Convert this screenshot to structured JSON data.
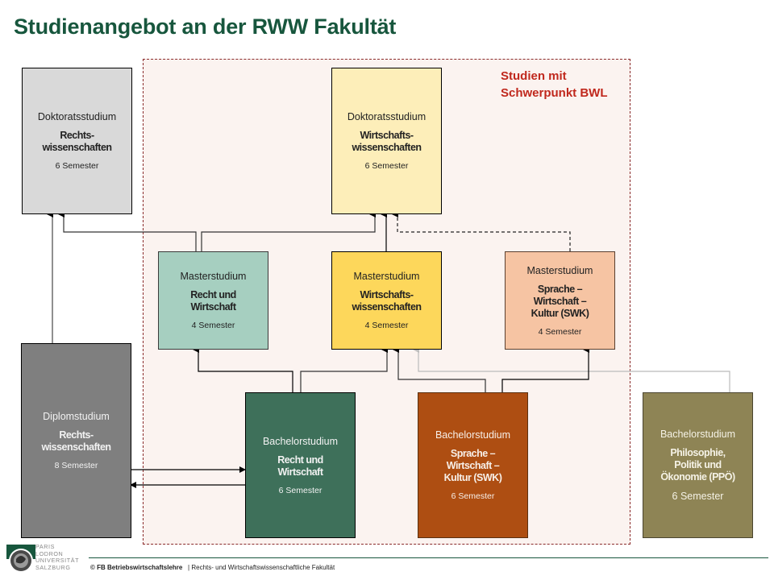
{
  "page": {
    "title": "Studienangebot an der RWW Fakultät",
    "bwl_zone_label_line1": "Studien mit",
    "bwl_zone_label_line2": "Schwerpunkt BWL"
  },
  "boxes": {
    "dok_rw": {
      "kind": "Doktoratsstudium",
      "name_line1": "Rechts-",
      "name_line2": "wissenschaften",
      "duration": "6 Semester",
      "color": "#d9d9d9"
    },
    "dok_ww": {
      "kind": "Doktoratsstudium",
      "name_line1": "Wirtschafts-",
      "name_line2": "wissenschaften",
      "duration": "6 Semester",
      "color": "#fdeeb9"
    },
    "ma_ruw": {
      "kind": "Masterstudium",
      "name_line1": "Recht und",
      "name_line2": "Wirtschaft",
      "duration": "4 Semester",
      "color": "#a6cfc0"
    },
    "ma_ww": {
      "kind": "Masterstudium",
      "name_line1": "Wirtschafts-",
      "name_line2": "wissenschaften",
      "duration": "4 Semester",
      "color": "#fdd75b"
    },
    "ma_swk": {
      "kind": "Masterstudium",
      "name_line1": "Sprache –",
      "name_line2": "Wirtschaft –",
      "name_line3": "Kultur (SWK)",
      "duration": "4 Semester",
      "color": "#f6c4a3"
    },
    "dip_rw": {
      "kind": "Diplomstudium",
      "name_line1": "Rechts-",
      "name_line2": "wissenschaften",
      "duration": "8 Semester",
      "color": "#7f7f7f"
    },
    "ba_ruw": {
      "kind": "Bachelorstudium",
      "name_line1": "Recht und",
      "name_line2": "Wirtschaft",
      "duration": "6 Semester",
      "color": "#3e705a"
    },
    "ba_swk": {
      "kind": "Bachelorstudium",
      "name_line1": "Sprache –",
      "name_line2": "Wirtschaft –",
      "name_line3": "Kultur (SWK)",
      "duration": "6 Semester",
      "color": "#ae4e12"
    },
    "ba_ppo": {
      "kind": "Bachelorstudium",
      "name_line1": "Philosophie,",
      "name_line2": "Politik und",
      "name_line3": "Ökonomie (PPÖ)",
      "duration": "6 Semester",
      "color": "#8e8455"
    }
  },
  "connections": [
    {
      "from": "Masterstudium Recht und Wirtschaft",
      "to": "Doktoratsstudium Rechtswissenschaften",
      "style": "solid"
    },
    {
      "from": "Masterstudium Recht und Wirtschaft",
      "to": "Doktoratsstudium Wirtschaftswissenschaften",
      "style": "solid"
    },
    {
      "from": "Masterstudium Wirtschaftswissenschaften",
      "to": "Doktoratsstudium Wirtschaftswissenschaften",
      "style": "solid"
    },
    {
      "from": "Masterstudium Sprache – Wirtschaft – Kultur (SWK)",
      "to": "Doktoratsstudium Wirtschaftswissenschaften",
      "style": "dashed"
    },
    {
      "from": "Diplomstudium Rechtswissenschaften",
      "to": "Doktoratsstudium Rechtswissenschaften",
      "style": "solid"
    },
    {
      "from": "Diplomstudium Rechtswissenschaften",
      "to": "Bachelorstudium Recht und Wirtschaft",
      "style": "solid"
    },
    {
      "from": "Bachelorstudium Recht und Wirtschaft",
      "to": "Diplomstudium Rechtswissenschaften",
      "style": "solid"
    },
    {
      "from": "Bachelorstudium Recht und Wirtschaft",
      "to": "Masterstudium Recht und Wirtschaft",
      "style": "solid"
    },
    {
      "from": "Bachelorstudium Recht und Wirtschaft",
      "to": "Masterstudium Wirtschaftswissenschaften",
      "style": "solid"
    },
    {
      "from": "Bachelorstudium Sprache – Wirtschaft – Kultur (SWK)",
      "to": "Masterstudium Wirtschaftswissenschaften",
      "style": "solid"
    },
    {
      "from": "Bachelorstudium Sprache – Wirtschaft – Kultur (SWK)",
      "to": "Masterstudium Sprache – Wirtschaft – Kultur (SWK)",
      "style": "solid"
    },
    {
      "from": "Bachelorstudium Philosophie, Politik und Ökonomie (PPÖ)",
      "to": "Masterstudium Wirtschaftswissenschaften",
      "style": "light-gray"
    }
  ],
  "footer": {
    "copyright": "© FB Betriebswirtschaftslehre",
    "faculty": "| Rechts- und Wirtschaftswissenschaftliche  Fakultät",
    "logo_lines": [
      "PARIS",
      "LODRON",
      "UNIVERSITÄT",
      "SALZBURG"
    ]
  },
  "colors": {
    "title": "#17563d",
    "bwl_label": "#c0281d",
    "bwl_zone_bg": "#fbf3f0",
    "bwl_zone_border": "#8a2a2a"
  }
}
